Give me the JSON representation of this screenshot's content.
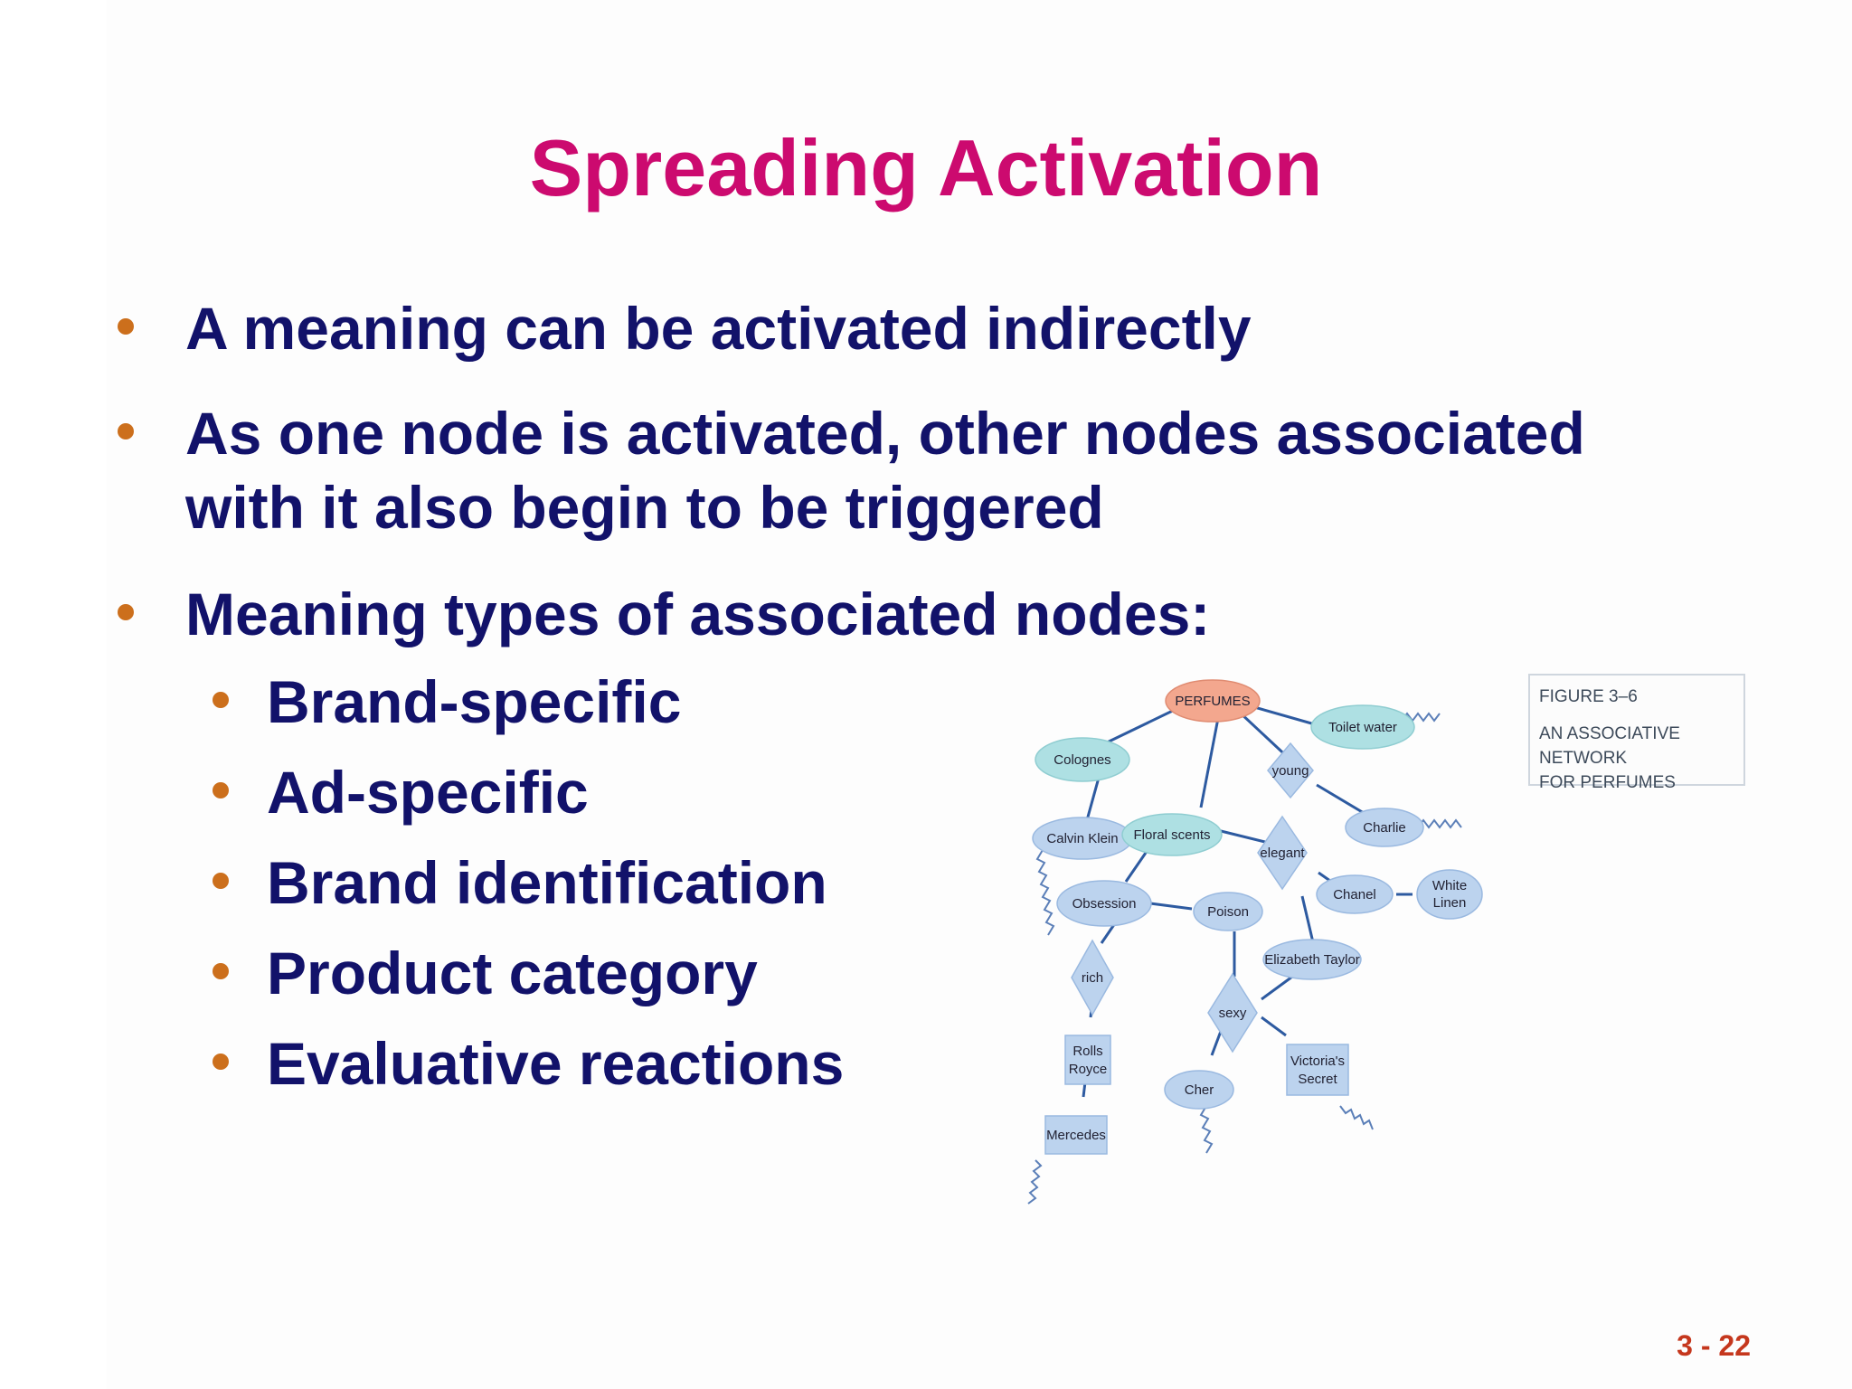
{
  "slide": {
    "title": "Spreading Activation",
    "page_number": "3 - 22"
  },
  "bullets": [
    {
      "text": "A meaning can be activated indirectly"
    },
    {
      "text_line1": "As one node is activated, other nodes associated",
      "text_line2": "with it also begin to be triggered"
    },
    {
      "text": "Meaning types of associated nodes:"
    }
  ],
  "sub_bullets": [
    "Brand-specific",
    "Ad-specific",
    "Brand identification",
    "Product category",
    "Evaluative reactions"
  ],
  "figure": {
    "caption_number": "FIGURE 3–6",
    "caption_line1": "AN ASSOCIATIVE NETWORK",
    "caption_line2": "FOR PERFUMES",
    "nodes": {
      "perfumes": "PERFUMES",
      "colognes": "Colognes",
      "toilet_water": "Toilet water",
      "young": "young",
      "calvin_klein": "Calvin Klein",
      "floral_scents": "Floral scents",
      "charlie": "Charlie",
      "elegant": "elegant",
      "obsession": "Obsession",
      "poison": "Poison",
      "chanel": "Chanel",
      "white_linen_1": "White",
      "white_linen_2": "Linen",
      "elizabeth_taylor": "Elizabeth Taylor",
      "rich": "rich",
      "sexy": "sexy",
      "rolls_royce_1": "Rolls",
      "rolls_royce_2": "Royce",
      "victorias_secret_1": "Victoria's",
      "victorias_secret_2": "Secret",
      "cher": "Cher",
      "mercedes": "Mercedes"
    },
    "colors": {
      "perfumes": "#f3a78e",
      "teal": "#aee0e3",
      "blue": "#bcd3ee",
      "line": "#2d5aa0",
      "squiggle": "#5b7fb8"
    }
  }
}
